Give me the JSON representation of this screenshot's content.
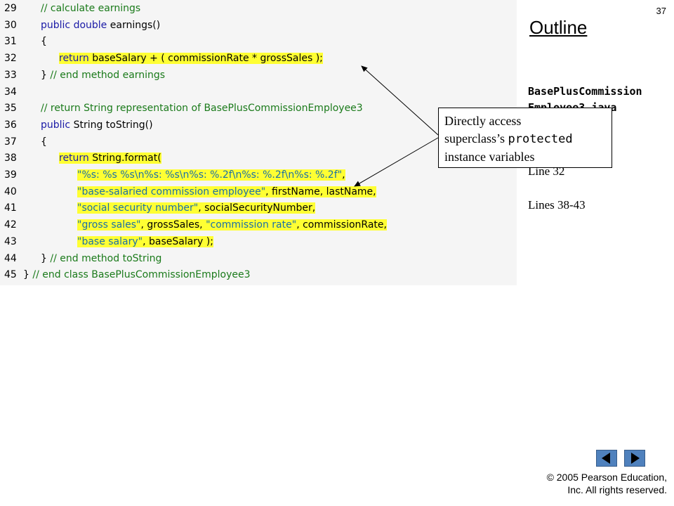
{
  "slide": {
    "page_number": "37",
    "outline_title": "Outline",
    "filename_line1": "BasePlusCommission",
    "filename_line2": "Employee3.java",
    "line_refs": [
      "Line 32",
      "Lines 38-43"
    ],
    "callout": {
      "line1": "Directly access",
      "line2_pre": "superclass’s ",
      "line2_code": "protected",
      "line3": "instance variables"
    },
    "copyright_line1": "© 2005 Pearson Education,",
    "copyright_line2": "Inc.  All rights reserved."
  },
  "icons": {
    "prev": "previous-arrow-icon",
    "next": "next-arrow-icon"
  },
  "colors": {
    "highlight": "#ffff33",
    "keyword": "#1a1aa6",
    "comment": "#1a7a1a",
    "string": "#1a6fa6",
    "nav_button": "#4f81bd"
  },
  "code": {
    "lines": [
      {
        "n": "29",
        "indent": 2,
        "hl": false,
        "tokens": [
          {
            "t": "// calculate earnings",
            "c": "cm"
          }
        ]
      },
      {
        "n": "30",
        "indent": 2,
        "hl": false,
        "tokens": [
          {
            "t": "public double ",
            "c": "kw"
          },
          {
            "t": "earnings()",
            "c": "pn"
          }
        ]
      },
      {
        "n": "31",
        "indent": 2,
        "hl": false,
        "tokens": [
          {
            "t": "{",
            "c": "pn"
          }
        ]
      },
      {
        "n": "32",
        "indent": 3,
        "hl": true,
        "tokens": [
          {
            "t": "return ",
            "c": "kw"
          },
          {
            "t": "baseSalary + ( commissionRate * grossSales );",
            "c": "pn"
          }
        ]
      },
      {
        "n": "33",
        "indent": 2,
        "hl": false,
        "tokens": [
          {
            "t": "} ",
            "c": "pn"
          },
          {
            "t": "// end method earnings",
            "c": "cm"
          }
        ]
      },
      {
        "n": "34",
        "indent": 2,
        "hl": false,
        "tokens": []
      },
      {
        "n": "35",
        "indent": 2,
        "hl": false,
        "tokens": [
          {
            "t": "// return String representation of BasePlusCommissionEmployee3",
            "c": "cm"
          }
        ]
      },
      {
        "n": "36",
        "indent": 2,
        "hl": false,
        "tokens": [
          {
            "t": "public ",
            "c": "kw"
          },
          {
            "t": "String toString()",
            "c": "pn"
          }
        ]
      },
      {
        "n": "37",
        "indent": 2,
        "hl": false,
        "tokens": [
          {
            "t": "{",
            "c": "pn"
          }
        ]
      },
      {
        "n": "38",
        "indent": 3,
        "hl": true,
        "tokens": [
          {
            "t": "return ",
            "c": "kw"
          },
          {
            "t": "String.format(",
            "c": "pn"
          }
        ]
      },
      {
        "n": "39",
        "indent": 4,
        "hl": true,
        "tokens": [
          {
            "t": "\"%s: %s %s\\n%s: %s\\n%s: %.2f\\n%s: %.2f\\n%s: %.2f\"",
            "c": "st"
          },
          {
            "t": ",",
            "c": "pn"
          }
        ]
      },
      {
        "n": "40",
        "indent": 4,
        "hl": true,
        "tokens": [
          {
            "t": "\"base-salaried commission employee\"",
            "c": "st"
          },
          {
            "t": ", firstName, lastName,",
            "c": "pn"
          }
        ]
      },
      {
        "n": "41",
        "indent": 4,
        "hl": true,
        "tokens": [
          {
            "t": "\"social security number\"",
            "c": "st"
          },
          {
            "t": ", socialSecurityNumber,",
            "c": "pn"
          }
        ]
      },
      {
        "n": "42",
        "indent": 4,
        "hl": true,
        "tokens": [
          {
            "t": "\"gross sales\"",
            "c": "st"
          },
          {
            "t": ", grossSales, ",
            "c": "pn"
          },
          {
            "t": "\"commission rate\"",
            "c": "st"
          },
          {
            "t": ", commissionRate,",
            "c": "pn"
          }
        ]
      },
      {
        "n": "43",
        "indent": 4,
        "hl": true,
        "tokens": [
          {
            "t": "\"base salary\"",
            "c": "st"
          },
          {
            "t": ", baseSalary );",
            "c": "pn"
          }
        ]
      },
      {
        "n": "44",
        "indent": 2,
        "hl": false,
        "tokens": [
          {
            "t": "} ",
            "c": "pn"
          },
          {
            "t": "// end method toString",
            "c": "cm"
          }
        ]
      },
      {
        "n": "45",
        "indent": 1,
        "hl": false,
        "tokens": [
          {
            "t": "} ",
            "c": "pn"
          },
          {
            "t": "// end class BasePlusCommissionEmployee3",
            "c": "cm"
          }
        ]
      }
    ]
  }
}
